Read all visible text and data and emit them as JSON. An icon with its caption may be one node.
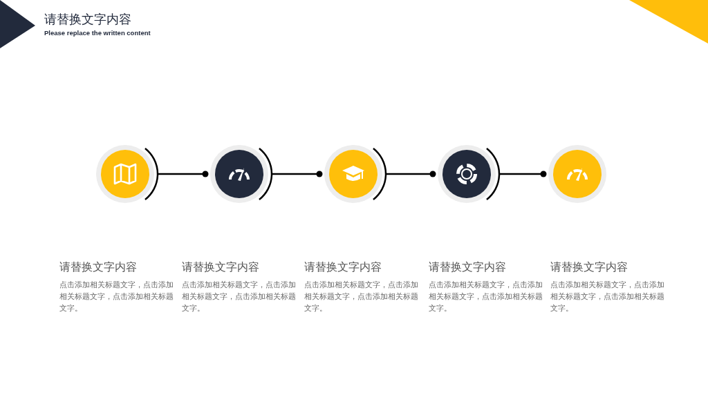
{
  "diagram": {
    "title": "请替换文字内容",
    "nodes": [
      {
        "text": [],
        "shape": "circle"
      },
      {
        "text": [],
        "shape": "circle"
      },
      {
        "text": [],
        "shape": "circle"
      },
      {
        "text": [],
        "shape": "circle"
      },
      {
        "text": [],
        "shape": "circle"
      }
    ],
    "edges": [
      {
        "from": 0,
        "to": 1,
        "arrow": "other"
      },
      {
        "from": 1,
        "to": 2,
        "arrow": "other"
      },
      {
        "from": 2,
        "to": 3,
        "arrow": "other"
      },
      {
        "from": 3,
        "to": 4,
        "arrow": "other"
      }
    ],
    "labels": [
      "Please replace the written content",
      "请替换文字内容",
      "点击添加相关标题文字，点击添加相关标题文字，点击添加相关标题文字。",
      "请替换文字内容",
      "点击添加相关标题文字，点击添加相关标题文字，点击添加相关标题文字。",
      "请替换文字内容",
      "点击添加相关标题文字，点击添加相关标题文字，点击添加相关标题文字。",
      "请替换文字内容",
      "点击添加相关标题文字，点击添加相关标题文字，点击添加相关标题文字。",
      "请替换文字内容",
      "点击添加相关标题文字，点击添加相关标题文字，点击添加相关标题文字。"
    ]
  }
}
